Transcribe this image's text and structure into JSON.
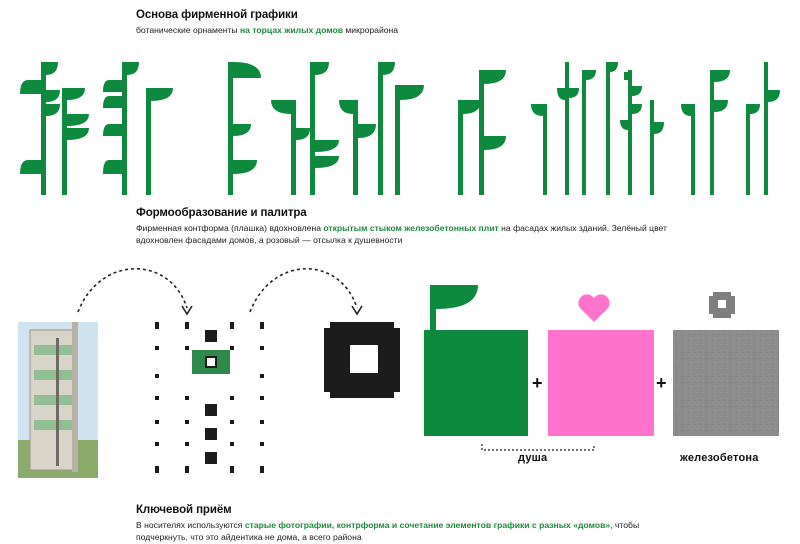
{
  "colors": {
    "green": "#0e8a3e",
    "pink": "#ff73cc",
    "black": "#1c1c1c",
    "concrete": "#8c8c8c"
  },
  "section1": {
    "title": "Основа фирменной графики",
    "text_before": "ботанические орнаменты",
    "text_highlight": "на торцах жилых домов",
    "text_after": "микрорайона"
  },
  "section2": {
    "title": "Формообразование и палитра",
    "text_before": "Фирменная контформа (плашка) вдохновлена",
    "text_highlight": "открытым стыком железобетонных плит",
    "text_after": "на фасадах жилых зданий. Зелёный цвет",
    "text_line2": "вдохновлен фасадами домов, а розовый — отсылка к душевности"
  },
  "diagram": {
    "plus_sign": "+",
    "label_soul": "душа",
    "label_concrete": "железобетона",
    "photo_icon": "apartment-building-photo",
    "heart_icon": "heart-icon"
  },
  "section3": {
    "title": "Ключевой приём",
    "text_before": "В носителях используются",
    "text_highlight": "старые фотографии, контрформа и сочетание элементов графики с разных «домов»",
    "text_after": ", чтобы",
    "text_line2": "подчеркнуть, что это айдентика не дома, а всего района"
  }
}
